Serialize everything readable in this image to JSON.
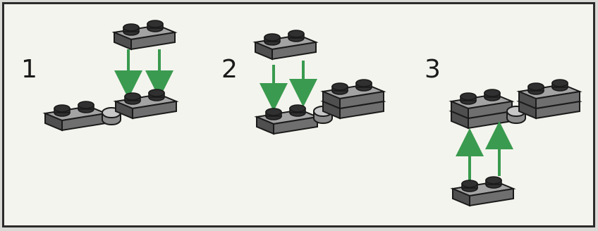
{
  "steps": [
    {
      "number": "1"
    },
    {
      "number": "2"
    },
    {
      "number": "3"
    }
  ],
  "colors": {
    "background": "#f4f4ee",
    "brick_top": "#a3a3a3",
    "brick_front": "#6f6f6f",
    "brick_side": "#4f4f4f",
    "stud": "#303030",
    "outline": "#1a1a1a",
    "arrow": "#3a9a4f"
  },
  "icons": [
    "lego-plate",
    "hinge",
    "down-arrow",
    "up-arrow"
  ]
}
